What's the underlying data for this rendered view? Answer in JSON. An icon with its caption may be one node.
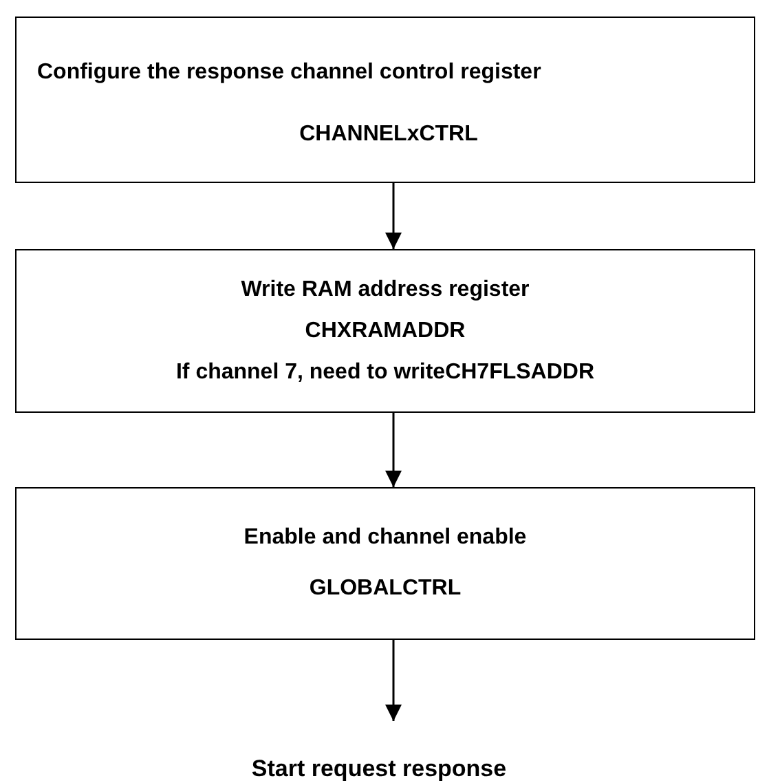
{
  "diagram": {
    "nodes": [
      {
        "text": [
          "Configure the response channel control register",
          "CHANNELxCTRL"
        ]
      },
      {
        "text": [
          "Write RAM address register",
          "CHXRAMADDR",
          "If channel 7, need to writeCH7FLSADDR"
        ]
      },
      {
        "text": [
          "Enable and channel enable",
          "GLOBALCTRL"
        ]
      },
      {
        "text": [
          "Start request response"
        ]
      }
    ],
    "edges": [
      {
        "from": 0,
        "to": 1,
        "arrow": "to"
      },
      {
        "from": 1,
        "to": 2,
        "arrow": "to"
      },
      {
        "from": 2,
        "to": 3,
        "arrow": "to"
      }
    ]
  }
}
